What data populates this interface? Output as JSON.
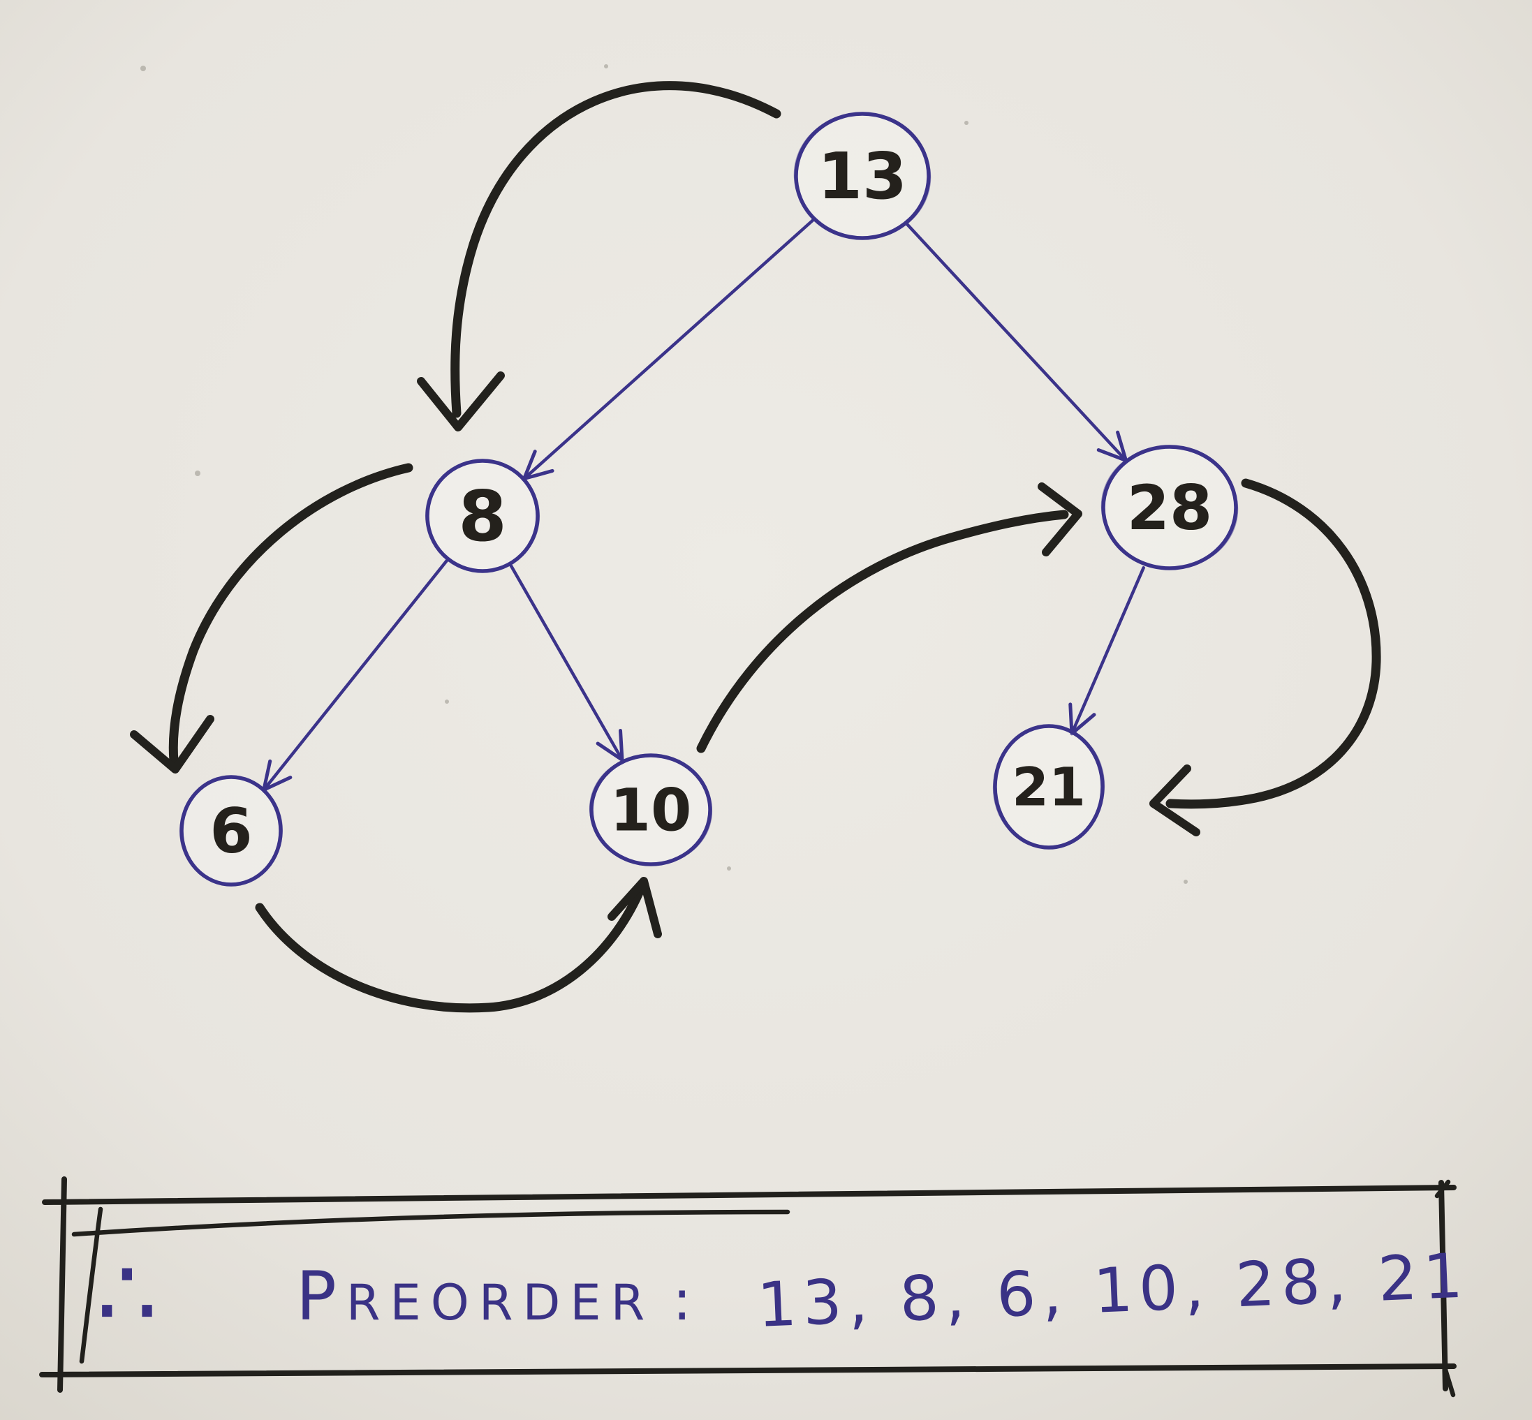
{
  "tree": {
    "nodes": [
      {
        "id": "13",
        "label": "13"
      },
      {
        "id": "8",
        "label": "8"
      },
      {
        "id": "28",
        "label": "28"
      },
      {
        "id": "6",
        "label": "6"
      },
      {
        "id": "10",
        "label": "10"
      },
      {
        "id": "21",
        "label": "21"
      }
    ],
    "edges": [
      {
        "from": "13",
        "to": "8"
      },
      {
        "from": "13",
        "to": "28"
      },
      {
        "from": "8",
        "to": "6"
      },
      {
        "from": "8",
        "to": "10"
      },
      {
        "from": "28",
        "to": "21"
      }
    ]
  },
  "traversal": {
    "type": "preorder",
    "arrows": [
      {
        "from": "13",
        "to": "8"
      },
      {
        "from": "8",
        "to": "6"
      },
      {
        "from": "6",
        "to": "10"
      },
      {
        "from": "10",
        "to": "28"
      },
      {
        "from": "28",
        "to": "21"
      }
    ],
    "order": [
      "13",
      "8",
      "6",
      "10",
      "28",
      "21"
    ]
  },
  "caption": {
    "therefore": "∴",
    "label": "PREORDER",
    "colon": ":",
    "sequence": "13, 8, 6, 10, 28, 21"
  },
  "colors": {
    "paper": "#e9e6e0",
    "ink_blue": "#3b338a",
    "marker_black": "#22211d",
    "digit_black": "#24211c",
    "caption_blue": "#3a3285"
  }
}
